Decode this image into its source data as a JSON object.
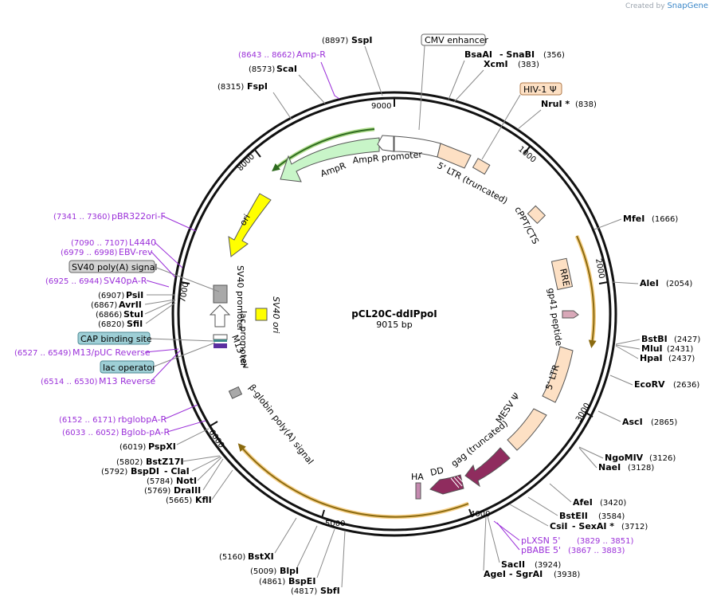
{
  "watermark": {
    "prefix": "Created by",
    "brand": "SnapGene"
  },
  "plasmid": {
    "name": "pCL20C-ddIPpoI",
    "length": "9015 bp"
  },
  "ticks": [
    "9000",
    "1000",
    "2000",
    "3000",
    "4000",
    "5000",
    "6000",
    "7000",
    "8000"
  ],
  "enzymes_top": [
    {
      "pos": "(8897)",
      "name": "SspI"
    },
    {
      "pos": "(8573)",
      "name": "ScaI"
    },
    {
      "pos": "(8315)",
      "name": "FspI"
    }
  ],
  "enzymes_right": [
    {
      "name": "BsaAI",
      "sep": "- SnaBI",
      "pos": "(356)"
    },
    {
      "name": "XcmI",
      "pos": "(383)"
    },
    {
      "name": "NruI *",
      "pos": "(838)"
    },
    {
      "name": "MfeI",
      "pos": "(1666)"
    },
    {
      "name": "AleI",
      "pos": "(2054)"
    },
    {
      "name": "BstBI",
      "pos": "(2427)"
    },
    {
      "name": "MluI",
      "pos": "(2431)"
    },
    {
      "name": "HpaI",
      "pos": "(2437)"
    },
    {
      "name": "EcoRV",
      "pos": "(2636)"
    },
    {
      "name": "AscI",
      "pos": "(2865)"
    },
    {
      "name": "NgoMIV",
      "pos": "(3126)"
    },
    {
      "name": "NaeI",
      "pos": "(3128)"
    },
    {
      "name": "AfeI",
      "pos": "(3420)"
    },
    {
      "name": "BstEII",
      "pos": "(3584)"
    },
    {
      "name": "CsiI",
      "sep": "- SexAI *",
      "pos": "(3712)"
    },
    {
      "name": "SacII",
      "pos": "(3924)"
    },
    {
      "name": "AgeI",
      "sep": "- SgrAI",
      "pos": "(3938)"
    }
  ],
  "enzymes_bottom": [
    {
      "pos": "(5160)",
      "name": "BstXI"
    },
    {
      "pos": "(5009)",
      "name": "BlpI"
    },
    {
      "pos": "(4861)",
      "name": "BspEI"
    },
    {
      "pos": "(4817)",
      "name": "SbfI"
    }
  ],
  "enzymes_left": [
    {
      "pos": "(6907)",
      "name": "PsiI"
    },
    {
      "pos": "(6867)",
      "name": "AvrII"
    },
    {
      "pos": "(6866)",
      "name": "StuI"
    },
    {
      "pos": "(6820)",
      "name": "SfiI"
    },
    {
      "pos": "(6019)",
      "name": "PspXI"
    },
    {
      "pos": "(5802)",
      "name": "BstZ17I"
    },
    {
      "pos": "(5792)",
      "name": "BspDI",
      "sep": "- ClaI"
    },
    {
      "pos": "(5784)",
      "name": "NotI"
    },
    {
      "pos": "(5769)",
      "name": "DraIII"
    },
    {
      "pos": "(5665)",
      "name": "KflI"
    }
  ],
  "primers": [
    {
      "range": "(8643 .. 8662)",
      "name": "Amp-R"
    },
    {
      "range": "(7341 .. 7360)",
      "name": "pBR322ori-F"
    },
    {
      "range": "(7090 .. 7107)",
      "name": "L4440"
    },
    {
      "range": "(6979 .. 6998)",
      "name": "EBV-rev"
    },
    {
      "range": "(6925 .. 6944)",
      "name": "SV40pA-R"
    },
    {
      "range": "(6527 .. 6549)",
      "name": "M13/pUC Reverse"
    },
    {
      "range": "(6514 .. 6530)",
      "name": "M13 Reverse"
    },
    {
      "range": "(6152 .. 6171)",
      "name": "rbglobpA-R"
    },
    {
      "range": "(6033 .. 6052)",
      "name": "Bglob-pA-R"
    },
    {
      "range": "(3829 .. 3851)",
      "name": "pLXSN 5'"
    },
    {
      "range": "(3867 .. 3883)",
      "name": "pBABE 5'"
    }
  ],
  "boxed_labels": {
    "cmv": "CMV enhancer",
    "hiv": "HIV-1 Ψ",
    "sv40pa": "SV40 poly(A) signal",
    "cap": "CAP binding site",
    "lacop": "lac operator"
  },
  "features": {
    "ampr": "AmpR",
    "ampr_promoter": "AmpR promoter",
    "ltr5_trunc": "5' LTR (truncated)",
    "cppt": "cPPT/CTS",
    "rre": "RRE",
    "gp41": "gp41 peptide",
    "ltr5": "5' LTR",
    "mesv": "MESV Ψ",
    "gag": "gag (truncated)",
    "dd": "DD",
    "ha": "HA",
    "ori": "ori",
    "sv40_promoter": "SV40 promoter",
    "sv40_ori": "SV40 ori",
    "lac_promoter": "lac promoter",
    "m13rev": "M13 rev",
    "bglobin": "β-globin poly(A) signal"
  },
  "colors": {
    "ampr": "#c8f5c8",
    "ltr": "#fde0c4",
    "ori": "#ffff00",
    "gag": "#8f2c5e",
    "primer": "#9b30d9",
    "cap": "#9ecfd6",
    "cmv": "#ffffff",
    "orange_arc": "#f5c46a"
  }
}
